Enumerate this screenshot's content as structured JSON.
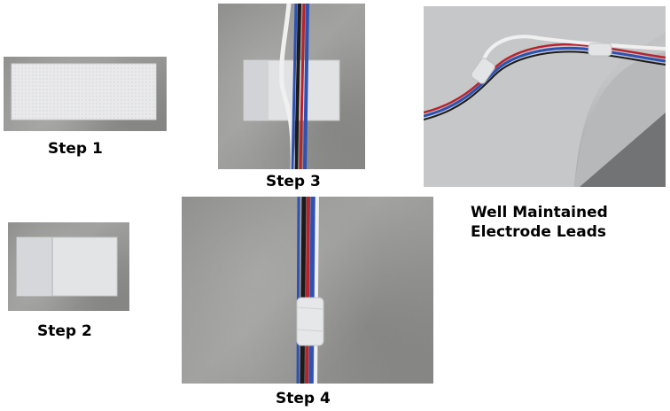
{
  "steps": [
    {
      "caption": "Step 1"
    },
    {
      "caption": "Step 2"
    },
    {
      "caption": "Step 3"
    },
    {
      "caption": "Step 4"
    }
  ],
  "maintained": {
    "caption_line1": "Well Maintained",
    "caption_line2": "Electrode Leads"
  },
  "colors": {
    "tape": "#e4e4e6",
    "wire_red": "#b8232c",
    "wire_blue": "#2d52b3",
    "wire_black": "#1b1b1b",
    "wire_white": "#f2f2f2",
    "cushion": "#c7c8c9"
  }
}
